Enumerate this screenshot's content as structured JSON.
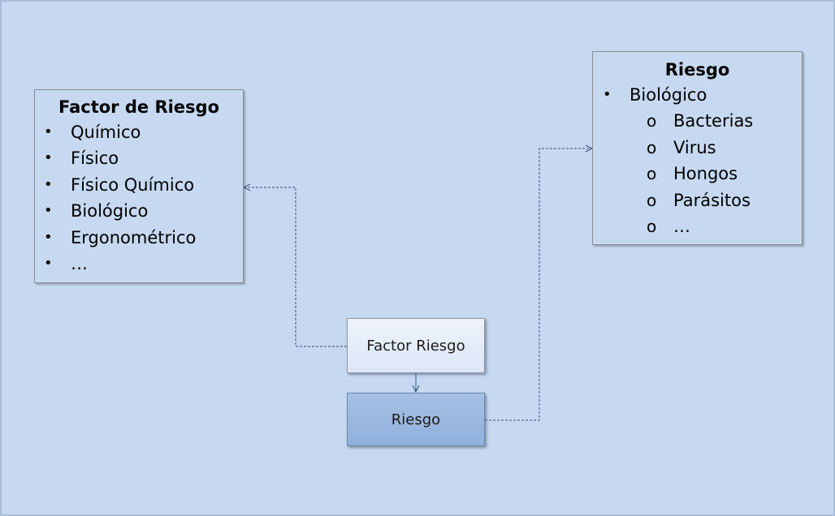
{
  "factor_panel": {
    "title": "Factor de Riesgo",
    "bullet": "•",
    "items": [
      "Químico",
      "Físico",
      "Físico Químico",
      "Biológico",
      "Ergonométrico",
      "…"
    ]
  },
  "riesgo_panel": {
    "title": "Riesgo",
    "bullet": "•",
    "sub_bullet": "o",
    "category": "Biológico",
    "sub_items": [
      "Bacterias",
      "Virus",
      "Hongos",
      "Parásitos",
      "…"
    ]
  },
  "nodes": {
    "factor_riesgo": "Factor Riesgo",
    "riesgo": "Riesgo"
  },
  "colors": {
    "background": "#c6d9f0",
    "node_light": "#e6eefa",
    "node_dark": "#9ab8e0",
    "connector": "#4a5a7a"
  }
}
